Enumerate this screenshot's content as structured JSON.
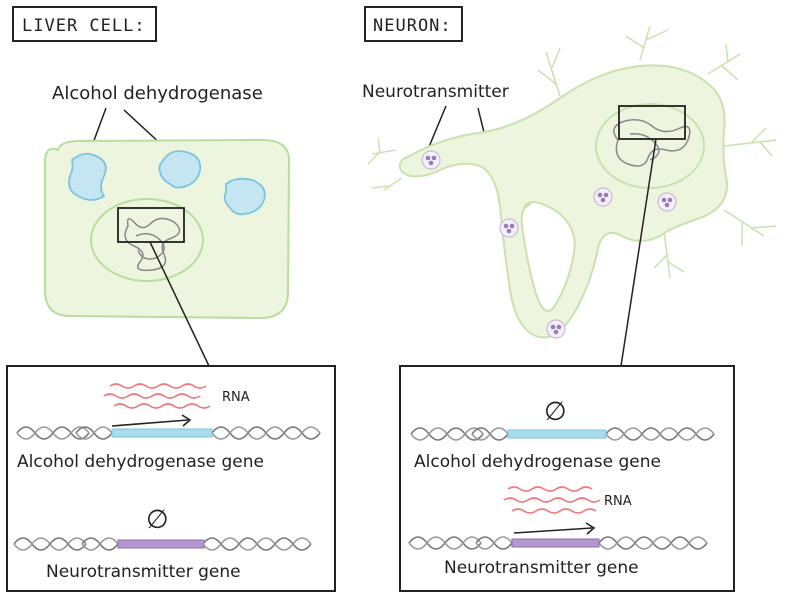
{
  "liver": {
    "title": "LIVER CELL:",
    "protein_label": "Alcohol dehydrogenase",
    "zoom": {
      "rna_label": "RNA",
      "gene1_label": "Alcohol dehydrogenase gene",
      "gene2_symbol": "∅",
      "gene2_label": "Neurotransmitter gene"
    }
  },
  "neuron": {
    "title": "NEURON:",
    "vesicle_label": "Neurotransmitter",
    "zoom": {
      "gene1_symbol": "∅",
      "gene1_label": "Alcohol dehydrogenase gene",
      "rna_label": "RNA",
      "gene2_label": "Neurotransmitter gene"
    }
  },
  "colors": {
    "cell_fill": "#eef5df",
    "cell_stroke": "#b9dca0",
    "protein_fill": "#c4e6f2",
    "protein_stroke": "#7cc4dc",
    "rna": "#f07b7b",
    "gene_blue": "#aadcf0",
    "gene_purple": "#b497cf",
    "vesicle": "#9b7ab8",
    "dna": "#777777"
  }
}
